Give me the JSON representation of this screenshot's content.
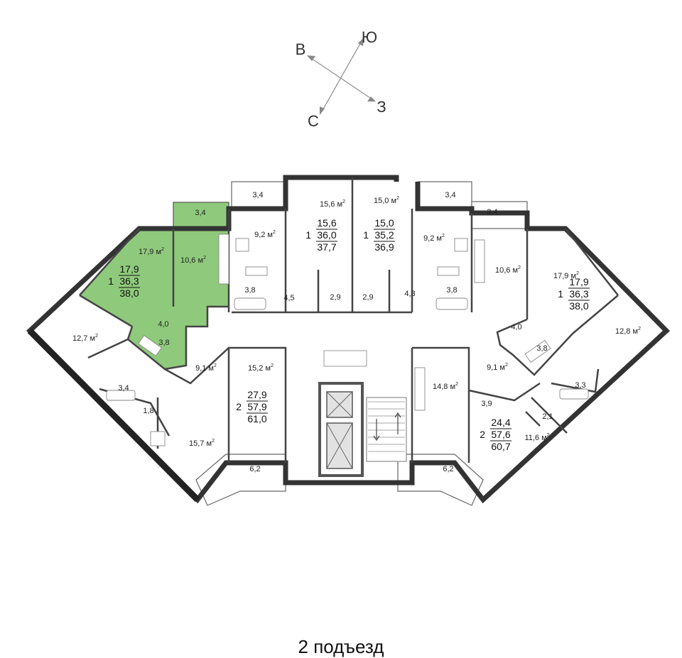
{
  "compass": {
    "n": "Ю",
    "w": "В",
    "s": "С",
    "e": "З"
  },
  "caption": "2 подъезд",
  "unit": "м",
  "unit_power": "2",
  "rooms": [
    {
      "id": "balcony-a1",
      "text": "3,4",
      "unit": false
    },
    {
      "id": "balcony-a2",
      "text": "3,4",
      "unit": false
    },
    {
      "id": "living-a3",
      "text": "17,9",
      "unit": true
    },
    {
      "id": "kitchen-a4",
      "text": "10,6",
      "unit": true
    },
    {
      "id": "kitchen-a5",
      "text": "9,2",
      "unit": true
    },
    {
      "id": "room-a6",
      "text": "15,6",
      "unit": true
    },
    {
      "id": "room-a7",
      "text": "15,0",
      "unit": true
    },
    {
      "id": "balcony-a8",
      "text": "3,4",
      "unit": false
    },
    {
      "id": "kitchen-a9",
      "text": "9,2",
      "unit": true
    },
    {
      "id": "balcony-a10",
      "text": "3,4",
      "unit": false
    },
    {
      "id": "kitchen-a11",
      "text": "10,6",
      "unit": true
    },
    {
      "id": "living-a12",
      "text": "17,9",
      "unit": true
    },
    {
      "id": "bath-a13",
      "text": "3,8",
      "unit": false
    },
    {
      "id": "hall-a14",
      "text": "4,5",
      "unit": false
    },
    {
      "id": "hall-a15",
      "text": "2,9",
      "unit": false
    },
    {
      "id": "hall-a16",
      "text": "2,9",
      "unit": false
    },
    {
      "id": "hall-a17",
      "text": "4,3",
      "unit": false
    },
    {
      "id": "bath-a18",
      "text": "3,8",
      "unit": false
    },
    {
      "id": "hall-a19",
      "text": "4,0",
      "unit": false
    },
    {
      "id": "bath-a20",
      "text": "3,8",
      "unit": false
    },
    {
      "id": "room-a21",
      "text": "12,7",
      "unit": true
    },
    {
      "id": "hall-a22",
      "text": "4,0",
      "unit": false
    },
    {
      "id": "bath-a23",
      "text": "3,8",
      "unit": false
    },
    {
      "id": "room-a24",
      "text": "12,8",
      "unit": true
    },
    {
      "id": "kitchen-a25",
      "text": "9,1",
      "unit": true
    },
    {
      "id": "room-a26",
      "text": "15,2",
      "unit": true
    },
    {
      "id": "kitchen-a27",
      "text": "9,1",
      "unit": true
    },
    {
      "id": "kitchen-a28",
      "text": "14,8",
      "unit": true
    },
    {
      "id": "bath-a29",
      "text": "3,4",
      "unit": false
    },
    {
      "id": "bath-a30",
      "text": "3,3",
      "unit": false
    },
    {
      "id": "wc-a31",
      "text": "1,8",
      "unit": false
    },
    {
      "id": "hall-a32",
      "text": "3,9",
      "unit": false
    },
    {
      "id": "wc-a33",
      "text": "2,1",
      "unit": false
    },
    {
      "id": "room-a34",
      "text": "15,7",
      "unit": true
    },
    {
      "id": "room-a35",
      "text": "11,6",
      "unit": true
    },
    {
      "id": "balcony-a36",
      "text": "6,2",
      "unit": false
    },
    {
      "id": "balcony-a37",
      "text": "6,2",
      "unit": false
    }
  ],
  "apartments": [
    {
      "id": "apt-1",
      "rooms": "1",
      "living": "17,9",
      "total": "36,3",
      "with_balcony": "38,0",
      "highlighted": true
    },
    {
      "id": "apt-2",
      "rooms": "1",
      "living": "15,6",
      "total": "36,0",
      "with_balcony": "37,7",
      "highlighted": false
    },
    {
      "id": "apt-3",
      "rooms": "1",
      "living": "15,0",
      "total": "35,2",
      "with_balcony": "36,9",
      "highlighted": false
    },
    {
      "id": "apt-4",
      "rooms": "1",
      "living": "17,9",
      "total": "36,3",
      "with_balcony": "38,0",
      "highlighted": false
    },
    {
      "id": "apt-5",
      "rooms": "2",
      "living": "27,9",
      "total": "57,9",
      "with_balcony": "61,0",
      "highlighted": false
    },
    {
      "id": "apt-6",
      "rooms": "2",
      "living": "24,4",
      "total": "57,6",
      "with_balcony": "60,7",
      "highlighted": false
    }
  ],
  "colors": {
    "highlight": "#8fca7c",
    "wall": "#333333",
    "background": "#ffffff"
  }
}
